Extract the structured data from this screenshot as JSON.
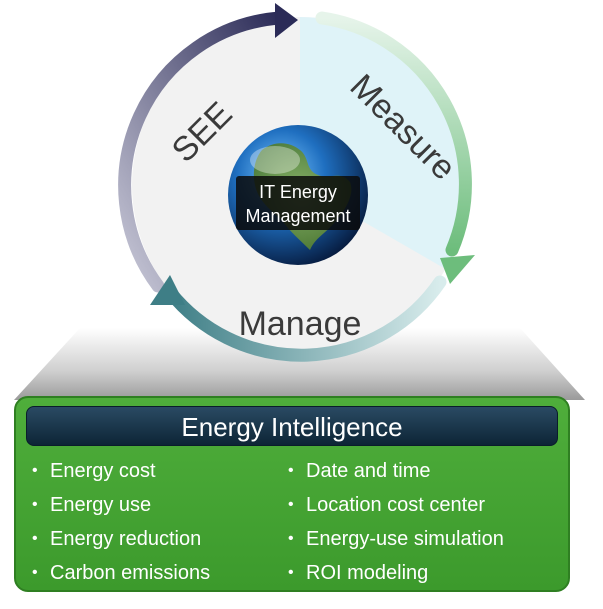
{
  "center_label": {
    "line1": "IT Energy",
    "line2": "Management"
  },
  "cycle": {
    "see": "SEE",
    "measure": "Measure",
    "manage": "Manage"
  },
  "panel": {
    "title": "Energy Intelligence",
    "left_items": [
      "Energy cost",
      "Energy use",
      "Energy reduction",
      "Carbon emissions"
    ],
    "right_items": [
      "Date and time",
      "Location cost center",
      "Energy-use simulation",
      "ROI modeling"
    ]
  },
  "colors": {
    "see_arrow": "#2e2e5c",
    "measure_arrow": "#7cc48a",
    "manage_arrow": "#4a8a8f",
    "panel_green": "#4caf3a",
    "title_bar": "#13293a"
  }
}
